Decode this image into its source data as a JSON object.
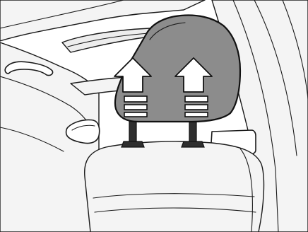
{
  "figure": {
    "subject": "headrest-adjustment",
    "arrows": [
      {
        "direction": "up",
        "position": "left"
      },
      {
        "direction": "up",
        "position": "right"
      }
    ],
    "colors": {
      "background": "#ffffff",
      "headrest": "#8c8c8c",
      "posts": "#2e2e2e",
      "interior": "#ededed",
      "outline": "#1a1a1a"
    }
  }
}
